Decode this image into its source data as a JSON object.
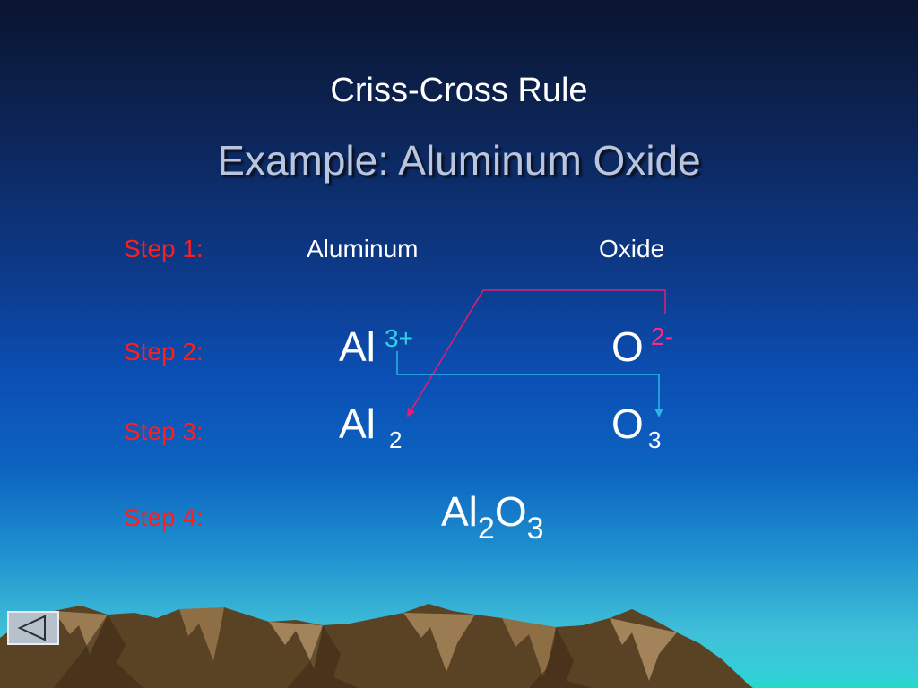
{
  "title": "Criss-Cross Rule",
  "subtitle": "Example:  Aluminum Oxide",
  "steps": [
    {
      "label": "Step 1:"
    },
    {
      "label": "Step 2:"
    },
    {
      "label": "Step 3:"
    },
    {
      "label": "Step 4:"
    }
  ],
  "step1": {
    "cation_name": "Aluminum",
    "anion_name": "Oxide"
  },
  "step2": {
    "cation_symbol": "Al",
    "cation_charge": "3+",
    "anion_symbol": "O",
    "anion_charge": "2-"
  },
  "step3": {
    "cation_symbol": "Al",
    "cation_subscript": "2",
    "anion_symbol": "O",
    "anion_subscript": "3"
  },
  "step4": {
    "el1": "Al",
    "sub1": "2",
    "el2": "O",
    "sub2": "3"
  },
  "colors": {
    "step_label": "#ff1e1e",
    "cation_charge": "#33d1e6",
    "anion_charge": "#ff2a86",
    "arrow_magenta": "#e0206f",
    "arrow_cyan": "#2ab6e6"
  },
  "nav": {
    "back_icon": "back-arrow-icon"
  }
}
